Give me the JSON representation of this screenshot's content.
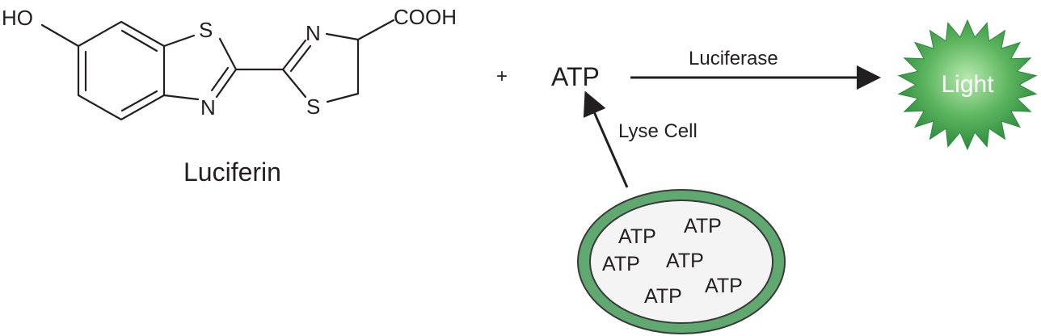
{
  "molecule": {
    "name": "Luciferin",
    "atoms": {
      "hydroxyl": "HO",
      "sulfur_benzothiazole": "S",
      "nitrogen_benzothiazole": "N",
      "nitrogen_thiazoline": "N",
      "sulfur_thiazoline": "S",
      "carboxyl": "COOH"
    }
  },
  "reaction": {
    "plus_sign": "+",
    "atp": "ATP",
    "enzyme_label": "Luciferase",
    "lyse_label": "Lyse Cell",
    "product": "Light"
  },
  "cell": {
    "atp_labels": [
      "ATP",
      "ATP",
      "ATP",
      "ATP",
      "ATP",
      "ATP"
    ]
  },
  "colors": {
    "ink": "#231f20",
    "cell_membrane": "#5fa870",
    "cell_outline": "#3a3a3a",
    "cell_interior": "#f4f4f4",
    "burst_center": "#a8e0a0",
    "burst_edge": "#2e8a3e"
  }
}
